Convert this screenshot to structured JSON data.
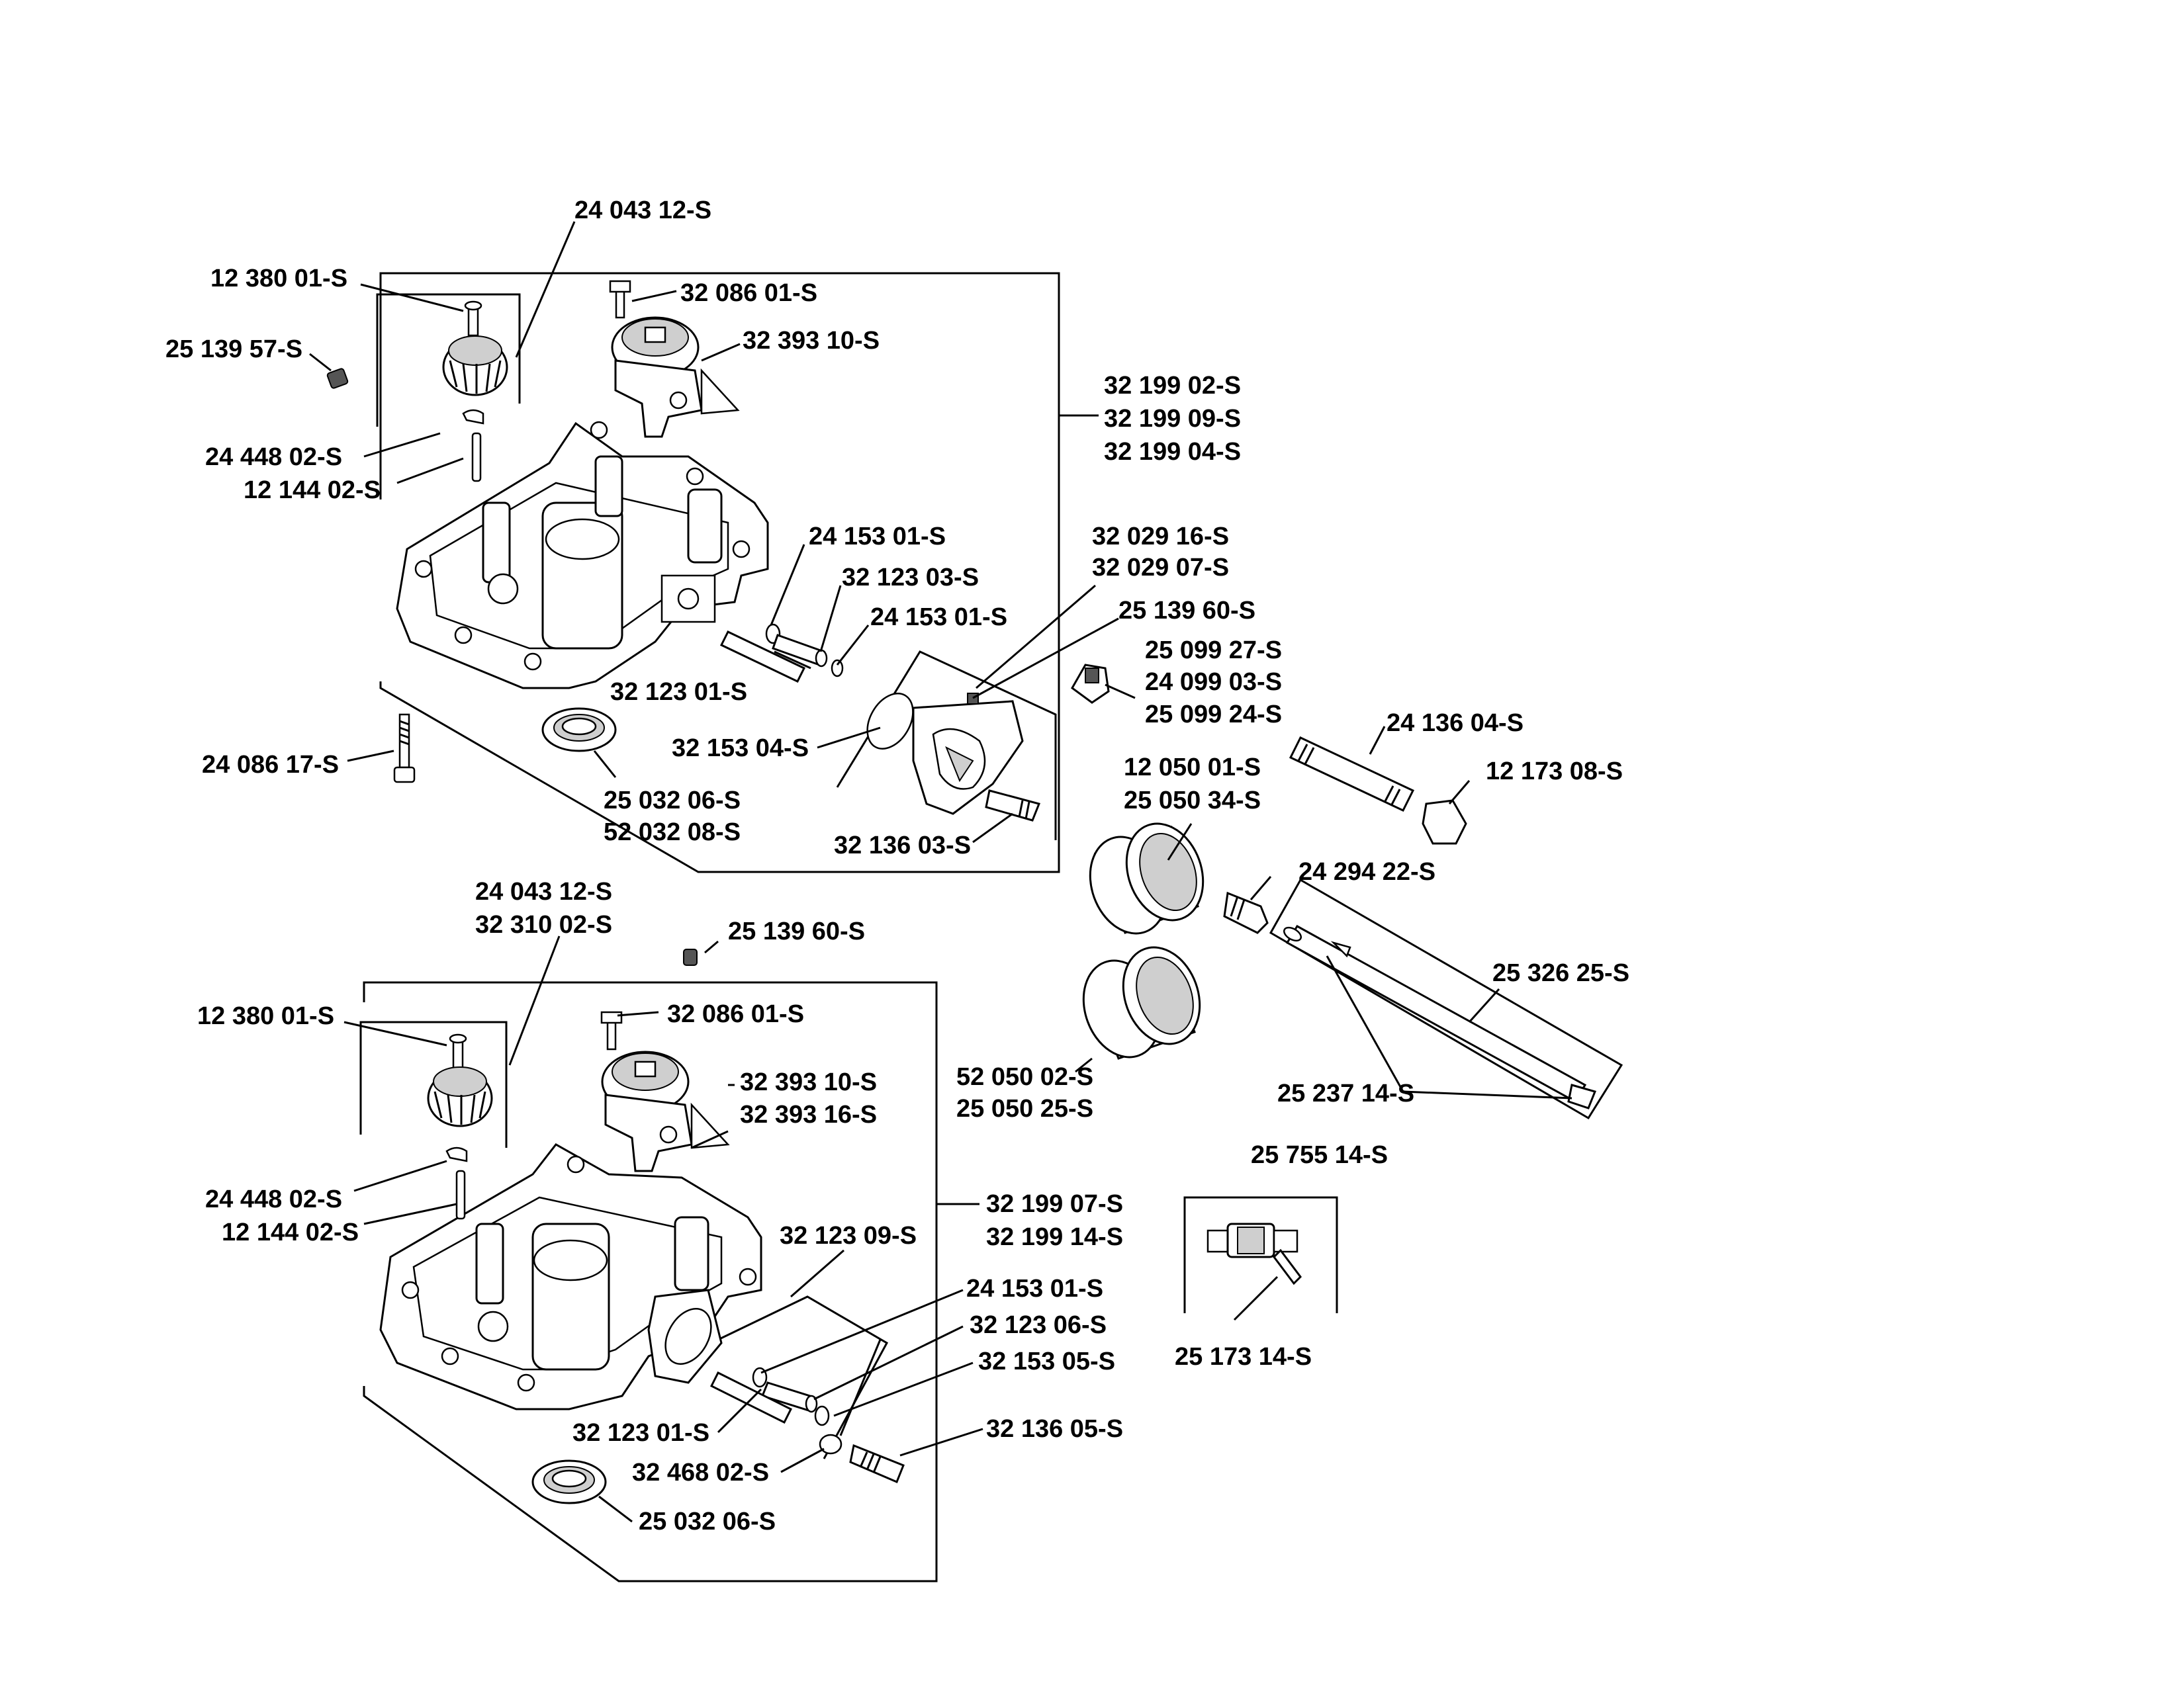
{
  "labels": {
    "u_24043_12": "24 043 12-S",
    "u_12380_01": "12 380 01-S",
    "u_25139_57": "25 139 57-S",
    "u_32086_01": "32 086 01-S",
    "u_32393_10": "32 393 10-S",
    "u_32199_02": "32 199 02-S",
    "u_32199_09": "32 199 09-S",
    "u_32199_04": "32 199 04-S",
    "u_24448_02": "24 448 02-S",
    "u_12144_02": "12 144 02-S",
    "u_24153_01a": "24 153 01-S",
    "u_32123_03": "32 123 03-S",
    "u_24153_01b": "24 153 01-S",
    "u_32123_01": "32 123 01-S",
    "u_32153_04": "32 153 04-S",
    "u_24086_17": "24 086 17-S",
    "u_25032_06": "25 032 06-S",
    "u_52032_08": "52 032 08-S",
    "u_32136_03": "32 136 03-S",
    "m_32029_16": "32 029 16-S",
    "m_32029_07": "32 029 07-S",
    "m_25139_60": "25 139 60-S",
    "m_25099_27": "25 099 27-S",
    "m_24099_03": "24 099 03-S",
    "m_25099_24": "25 099 24-S",
    "m_24136_04": "24 136 04-S",
    "m_12173_08": "12 173 08-S",
    "m_12050_01": "12 050 01-S",
    "m_25050_34": "25 050 34-S",
    "m_24294_22": "24 294 22-S",
    "m_25326_25": "25 326 25-S",
    "m_25237_14": "25 237 14-S",
    "m_52050_02": "52 050 02-S",
    "m_25050_25": "25 050 25-S",
    "m_25755_14": "25 755 14-S",
    "m_25173_14": "25 173 14-S",
    "l_24043_12": "24 043 12-S",
    "l_32310_02": "32 310 02-S",
    "l_25139_60": "25 139 60-S",
    "l_12380_01": "12 380 01-S",
    "l_32086_01": "32 086 01-S",
    "l_32393_10": "32 393 10-S",
    "l_32393_16": "32 393 16-S",
    "l_24448_02": "24 448 02-S",
    "l_12144_02": "12 144 02-S",
    "l_32199_07": "32 199 07-S",
    "l_32199_14": "32 199 14-S",
    "l_32123_09": "32 123 09-S",
    "l_24153_01": "24 153 01-S",
    "l_32123_06": "32 123 06-S",
    "l_32153_05": "32 153 05-S",
    "l_32136_05": "32 136 05-S",
    "l_32123_01": "32 123 01-S",
    "l_32468_02": "32 468 02-S",
    "l_25032_06": "25 032 06-S"
  }
}
